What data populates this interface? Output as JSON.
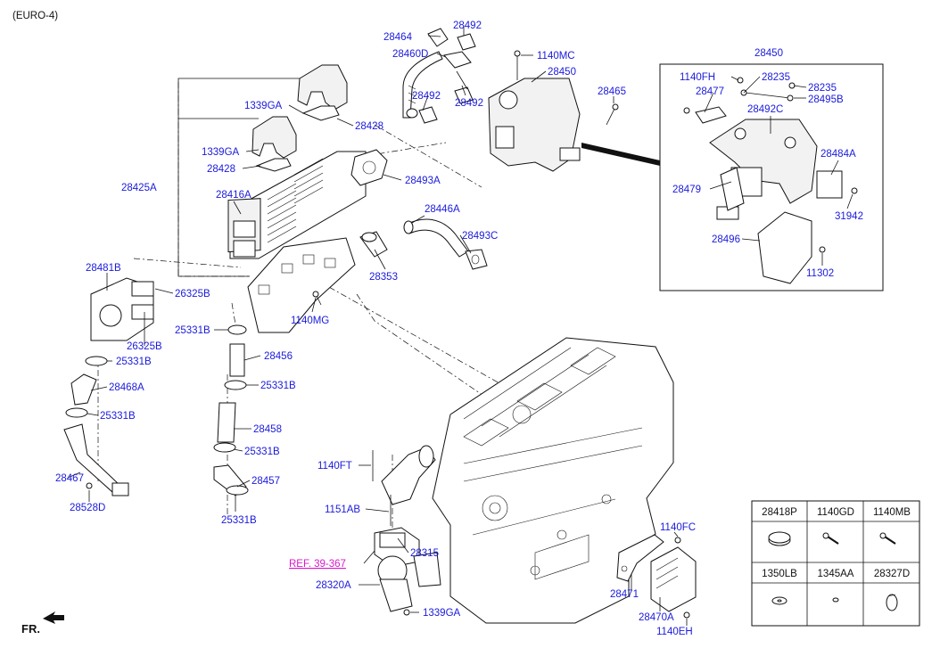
{
  "header_variant": "(EURO-4)",
  "front_indicator": "FR.",
  "ref_link": "REF. 39-367",
  "callouts": {
    "c28464": "28464",
    "c28492a": "28492",
    "c1140mc": "1140MC",
    "c28460d": "28460D",
    "c28450a": "28450",
    "c28492b": "28492",
    "c28492c": "28492",
    "c28465": "28465",
    "c1339ga1": "1339GA",
    "c28428a": "28428",
    "c1339ga2": "1339GA",
    "c28428b": "28428",
    "c28493a": "28493A",
    "c28425a": "28425A",
    "c28416a": "28416A",
    "c28446a": "28446A",
    "c28493c": "28493C",
    "c28353": "28353",
    "c28481b": "28481B",
    "c26325b1": "26325B",
    "c26325b2": "26325B",
    "c25331b1": "25331B",
    "c1140mg": "1140MG",
    "c25331b2": "25331B",
    "c28456": "28456",
    "c28468a": "28468A",
    "c25331b3": "25331B",
    "c25331b4": "25331B",
    "c28458": "28458",
    "c25331b5": "25331B",
    "c28467": "28467",
    "c28457": "28457",
    "c28528d": "28528D",
    "c25331b6": "25331B",
    "c1140ft": "1140FT",
    "c1151ab": "1151AB",
    "c28315": "28315",
    "c28320a": "28320A",
    "c1339ga3": "1339GA",
    "c1140fc": "1140FC",
    "c28471": "28471",
    "c28470a": "28470A",
    "c1140eh": "1140EH",
    "c28450b": "28450",
    "c1140fh": "1140FH",
    "c28235a": "28235",
    "c28477": "28477",
    "c28235b": "28235",
    "c28495b": "28495B",
    "c28492cc": "28492C",
    "c28484a": "28484A",
    "c28479": "28479",
    "c31942": "31942",
    "c28496": "28496",
    "c11302": "11302"
  },
  "legend": {
    "cells": [
      "28418P",
      "1140GD",
      "1140MB",
      "1350LB",
      "1345AA",
      "28327D"
    ]
  }
}
